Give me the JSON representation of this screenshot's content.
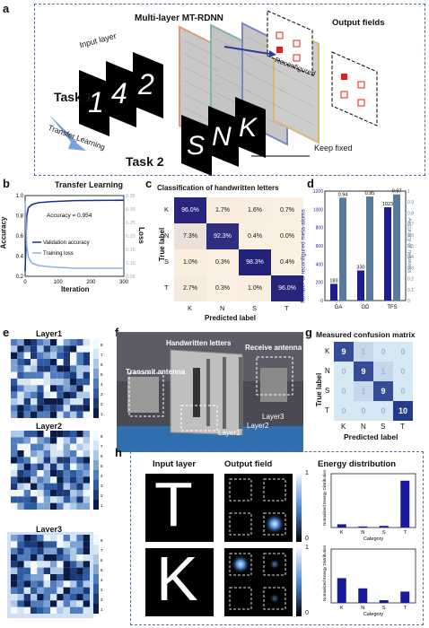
{
  "panels": {
    "a": "a",
    "b": "b",
    "c": "c",
    "d": "d",
    "e": "e",
    "f": "f",
    "g": "g",
    "h": "h"
  },
  "a": {
    "title": "Multi-layer MT-RDNN",
    "input_layer": "Input layer",
    "output_fields": "Output fields",
    "reconfigured": "Reconfigured",
    "keep_fixed": "Keep fixed",
    "task1": "Task 1",
    "task2": "Task 2",
    "transfer": "Transfer Learning",
    "task1_chars": [
      "1",
      "4",
      "2"
    ],
    "task2_chars": [
      "S",
      "N",
      "K"
    ]
  },
  "b": {
    "chart_data": {
      "type": "line",
      "title": "Transfer Learning",
      "xlabel": "Iteration",
      "ylabel": "Accuracy",
      "y2label": "Loss",
      "xlim": [
        0,
        300
      ],
      "ylim": [
        0.2,
        1.0
      ],
      "y2lim": [
        0.05,
        0.35
      ],
      "xticks": [
        "0",
        "100",
        "200",
        "300"
      ],
      "yticks": [
        "0.2",
        "0.4",
        "0.6",
        "0.8",
        "1.0"
      ],
      "y2ticks": [
        "0.05",
        "0.10",
        "0.15",
        "0.20",
        "0.25",
        "0.30",
        "0.35"
      ],
      "annotation": "Accuracy = 0.954",
      "series": [
        {
          "name": "Validation accuracy",
          "color": "#1f2f8a",
          "x": [
            0,
            5,
            10,
            20,
            40,
            80,
            150,
            300
          ],
          "y": [
            0.25,
            0.8,
            0.88,
            0.91,
            0.93,
            0.94,
            0.95,
            0.954
          ]
        },
        {
          "name": "Training loss",
          "color": "#8fb0d8",
          "x": [
            0,
            5,
            10,
            20,
            40,
            80,
            150,
            300
          ],
          "y": [
            0.33,
            0.16,
            0.12,
            0.1,
            0.09,
            0.085,
            0.08,
            0.08
          ]
        }
      ]
    }
  },
  "c": {
    "title": "Classification of handwritten letters",
    "xlabel": "Predicted label",
    "ylabel": "True label",
    "labels": [
      "K",
      "N",
      "S",
      "T"
    ],
    "chart_data": {
      "type": "heatmap",
      "rows": [
        [
          "96.0%",
          "1.7%",
          "1.6%",
          "0.7%"
        ],
        [
          "7.3%",
          "92.3%",
          "0.4%",
          "0.0%"
        ],
        [
          "1.0%",
          "0.3%",
          "98.3%",
          "0.4%"
        ],
        [
          "2.7%",
          "0.3%",
          "1.0%",
          "96.0%"
        ]
      ],
      "values": [
        [
          96.0,
          1.7,
          1.6,
          0.7
        ],
        [
          7.3,
          92.3,
          0.4,
          0.0
        ],
        [
          1.0,
          0.3,
          98.3,
          0.4
        ],
        [
          2.7,
          0.3,
          1.0,
          96.0
        ]
      ]
    }
  },
  "d": {
    "chart_data": {
      "type": "bar",
      "categories": [
        "GA",
        "GD",
        "TFS"
      ],
      "series": [
        {
          "name": "Number of reconfigured meta-atoms",
          "color": "#1d1d8f",
          "values": [
            183,
            330,
            1023
          ],
          "labels": [
            "183",
            "330",
            "1023"
          ]
        },
        {
          "name": "Accuracy of networks",
          "color": "#5a7a99",
          "values": [
            0.94,
            0.95,
            0.97
          ],
          "labels": [
            "0.94",
            "0.95",
            "0.97"
          ]
        }
      ],
      "ylabel": "Number of reconfigured meta-atoms",
      "y2label": "Accuracy of networks",
      "ylim": [
        0,
        1200
      ],
      "y2lim": [
        0,
        1.0
      ],
      "yticks": [
        "0",
        "200",
        "400",
        "600",
        "800",
        "1000",
        "1200"
      ],
      "y2ticks": [
        "0",
        "0.1",
        "0.2",
        "0.3",
        "0.4",
        "0.5",
        "0.6",
        "0.7",
        "0.8",
        "0.9",
        "1"
      ]
    }
  },
  "e": {
    "layers": [
      "Layer1",
      "Layer2",
      "Layer3"
    ],
    "colorbar_ticks": [
      "8",
      "7",
      "6",
      "5",
      "4",
      "3",
      "2",
      "1"
    ]
  },
  "f": {
    "handwritten": "Handwritten letters",
    "receive": "Receive antenna",
    "transmit": "Transmit antenna",
    "layer1": "Layer1",
    "layer2": "Layer2",
    "layer3": "Layer3"
  },
  "g": {
    "title": "Measured confusion matrix",
    "xlabel": "Predicted label",
    "ylabel": "True label",
    "labels": [
      "K",
      "N",
      "S",
      "T"
    ],
    "chart_data": {
      "type": "heatmap",
      "values": [
        [
          9,
          1,
          0,
          0
        ],
        [
          0,
          9,
          1,
          0
        ],
        [
          0,
          1,
          9,
          0
        ],
        [
          0,
          0,
          0,
          10
        ]
      ]
    }
  },
  "h": {
    "input_layer": "Input layer",
    "output_field": "Output field",
    "energy": "Energy distribution",
    "letters": [
      "T",
      "K"
    ],
    "cb_top": "1",
    "cb_bot": "0",
    "chart_ylabel": "Normalized Energy Distribution",
    "chart_xlabel": "Category",
    "chart_data": [
      {
        "type": "bar",
        "categories": [
          "K",
          "N",
          "S",
          "T"
        ],
        "values": [
          0.06,
          0.02,
          0.03,
          0.87
        ],
        "ylabel": "Normalized Energy Distribution",
        "xlabel": "Category"
      },
      {
        "type": "bar",
        "categories": [
          "K",
          "N",
          "S",
          "T"
        ],
        "values": [
          0.46,
          0.27,
          0.05,
          0.21
        ],
        "ylabel": "Normalized Energy Distribution",
        "xlabel": "Category"
      }
    ]
  }
}
